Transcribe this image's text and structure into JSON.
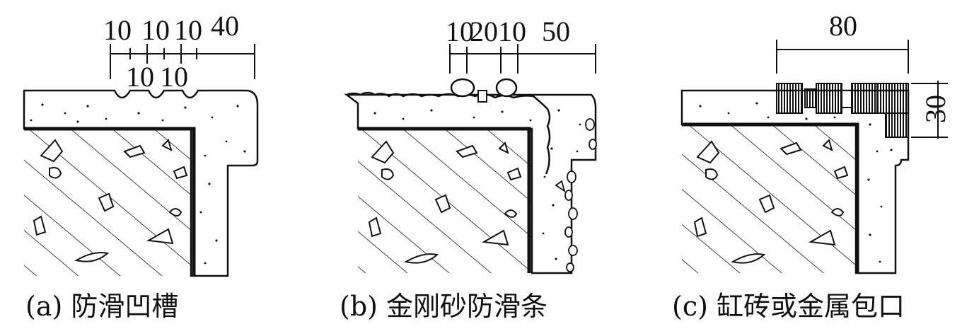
{
  "figures": [
    {
      "caption": "(a) 防滑凹槽",
      "dims": {
        "d1": "10",
        "d2": "10",
        "d3": "10",
        "d4": "40",
        "b1": "10",
        "b2": "10"
      }
    },
    {
      "caption": "(b) 金刚砂防滑条",
      "dims": {
        "d1": "10",
        "d2": "20",
        "d3": "10",
        "d4": "50"
      }
    },
    {
      "caption": "(c) 缸砖或金属包口",
      "dims": {
        "w": "80",
        "h": "30"
      }
    }
  ],
  "colors": {
    "ink": "#111111",
    "background": "#ffffff"
  }
}
